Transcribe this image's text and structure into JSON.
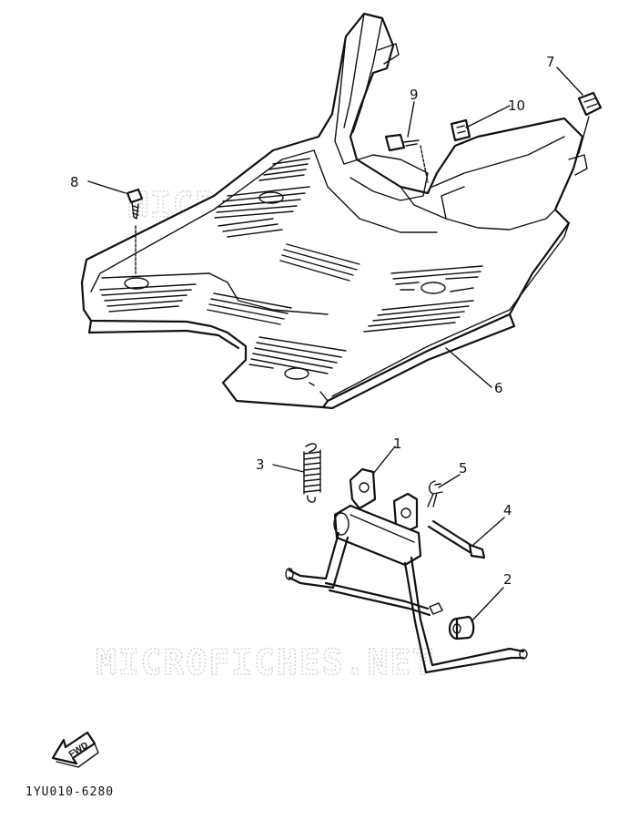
{
  "diagram": {
    "watermark": "MICROFICHES.NET",
    "diagram_code": "1YU010-6280",
    "fwd_label": "FWD",
    "callouts": [
      {
        "id": "1",
        "label": "1"
      },
      {
        "id": "2",
        "label": "2"
      },
      {
        "id": "3",
        "label": "3"
      },
      {
        "id": "4",
        "label": "4"
      },
      {
        "id": "5",
        "label": "5"
      },
      {
        "id": "6",
        "label": "6"
      },
      {
        "id": "7",
        "label": "7"
      },
      {
        "id": "8",
        "label": "8"
      },
      {
        "id": "9",
        "label": "9"
      },
      {
        "id": "10",
        "label": "10"
      }
    ]
  }
}
